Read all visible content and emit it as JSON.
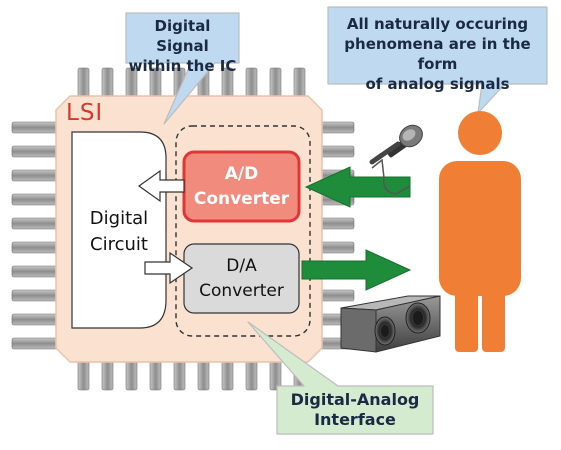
{
  "callouts": {
    "digital_signal": "Digital Signal\nwithin the IC",
    "analog_phenomena": "All naturally occuring\nphenomena are in the form\nof analog signals",
    "interface": "Digital-Analog\nInterface"
  },
  "chip": {
    "label": "LSI",
    "digital_circuit": "Digital\nCircuit",
    "ad_converter": "A/D\nConverter",
    "da_converter": "D/A\nConverter"
  },
  "icons": [
    "microphone-icon",
    "speaker-icon",
    "person-icon"
  ],
  "colors": {
    "chip_fill": "#fbe1cf",
    "pins": "#a9a9a9",
    "ad_fill": "#f08b7e",
    "ad_border": "#e03636",
    "da_fill": "#dadada",
    "green_arrow": "#1e8c3a",
    "callout_blue": "#bed9f0",
    "callout_green": "#d5ebcf",
    "person": "#f07f35"
  }
}
